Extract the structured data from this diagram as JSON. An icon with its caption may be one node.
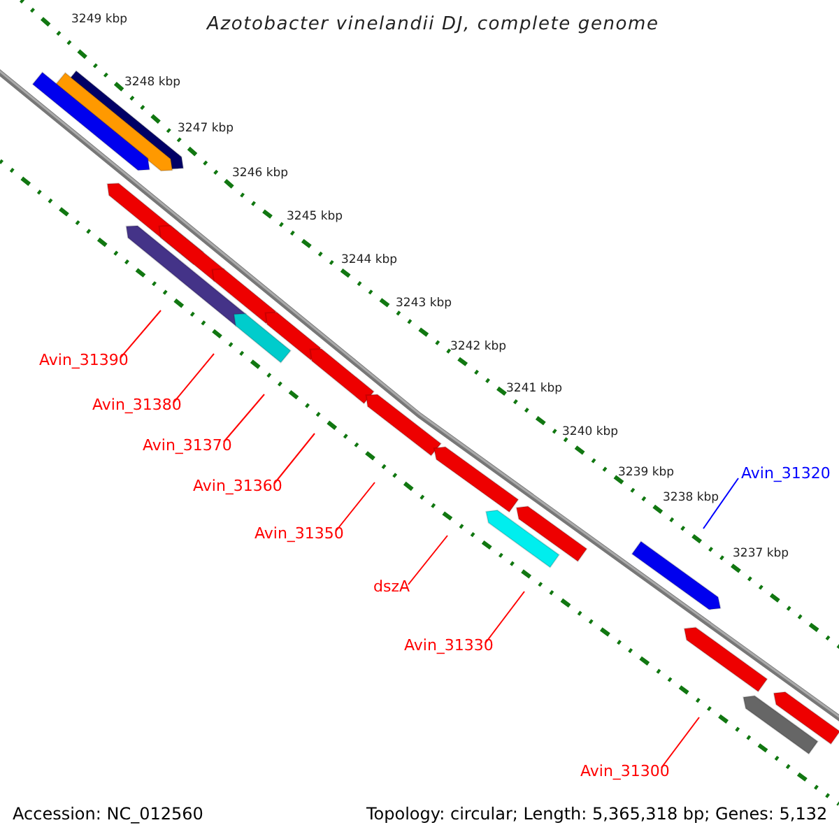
{
  "diagram": {
    "title": "Azotobacter vinelandii DJ, complete genome",
    "nodes": [
      {
        "text": [
          "Avin_31390"
        ]
      },
      {
        "text": [
          "Avin_31380"
        ]
      },
      {
        "text": [
          "Avin_31370"
        ]
      },
      {
        "text": [
          "Avin_31360"
        ]
      },
      {
        "text": [
          "Avin_31350"
        ]
      },
      {
        "text": [
          "dszA"
        ]
      },
      {
        "text": [
          "Avin_31330"
        ]
      },
      {
        "text": [
          "Avin_31300"
        ]
      },
      {
        "text": [
          "Avin_31320"
        ]
      }
    ],
    "edges": [
      {
        "from": 0,
        "to": null,
        "arrow": "none"
      },
      {
        "from": 1,
        "to": null,
        "arrow": "none"
      },
      {
        "from": 2,
        "to": null,
        "arrow": "none"
      },
      {
        "from": 3,
        "to": null,
        "arrow": "none"
      },
      {
        "from": 4,
        "to": null,
        "arrow": "none"
      },
      {
        "from": 5,
        "to": null,
        "arrow": "none"
      },
      {
        "from": 6,
        "to": null,
        "arrow": "none"
      },
      {
        "from": 7,
        "to": null,
        "arrow": "none"
      },
      {
        "from": 8,
        "to": null,
        "arrow": "none",
        "color": "#0000ff"
      }
    ],
    "labels": [
      "3249 kbp",
      "3248 kbp",
      "3247 kbp",
      "3246 kbp",
      "3245 kbp",
      "3244 kbp",
      "3243 kbp",
      "3242 kbp",
      "3241 kbp",
      "3240 kbp",
      "3239 kbp",
      "3238 kbp",
      "3237 kbp",
      "Accession: NC_012560",
      "Topology: circular; Length: 5,365,318 bp; Genes: 5,132"
    ]
  }
}
